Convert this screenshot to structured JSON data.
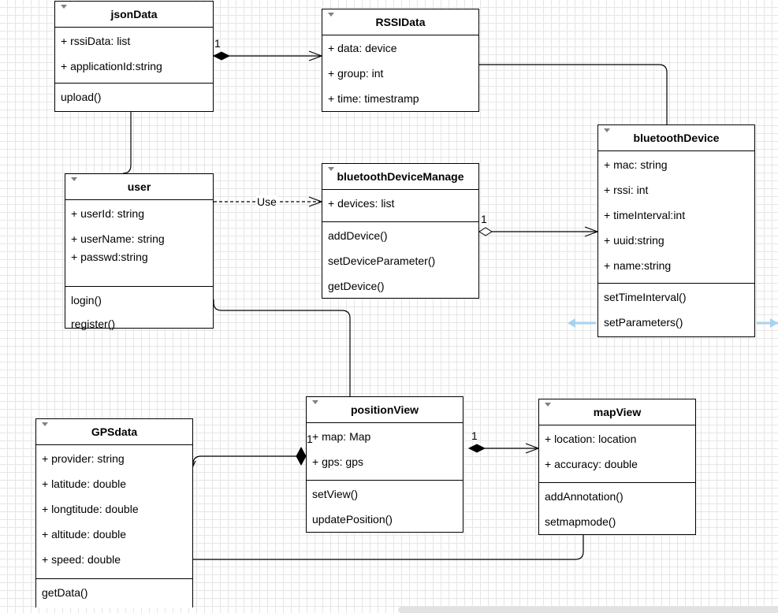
{
  "classes": {
    "jsonData": {
      "name": "jsonData",
      "attributes": [
        "+ rssiData: list",
        "+ applicationId:string"
      ],
      "methods": [
        "upload()"
      ]
    },
    "rssiData": {
      "name": "RSSIData",
      "attributes": [
        "+ data: device",
        "+ group: int",
        "+ time: timestramp"
      ],
      "methods": []
    },
    "bluetoothDevice": {
      "name": "bluetoothDevice",
      "attributes": [
        "+ mac: string",
        "+ rssi: int",
        "+ timeInterval:int",
        "+ uuid:string",
        "+ name:string"
      ],
      "methods": [
        "setTimeInterval()",
        "setParameters()"
      ]
    },
    "user": {
      "name": "user",
      "attributes": [
        "+ userId: string",
        "+ userName: string",
        "+ passwd:string"
      ],
      "methods": [
        "login()",
        "register()"
      ]
    },
    "bluetoothDeviceManage": {
      "name": "bluetoothDeviceManage",
      "attributes": [
        "+ devices: list"
      ],
      "methods": [
        "addDevice()",
        "setDeviceParameter()",
        "getDevice()"
      ]
    },
    "positionView": {
      "name": "positionView",
      "attributes": [
        "+ map: Map",
        "+ gps: gps"
      ],
      "methods": [
        "setView()",
        "updatePosition()"
      ]
    },
    "mapView": {
      "name": "mapView",
      "attributes": [
        "+ location: location",
        "+ accuracy: double"
      ],
      "methods": [
        "addAnnotation()",
        "setmapmode()"
      ]
    },
    "gpsData": {
      "name": "GPSdata",
      "attributes": [
        "+ provider: string",
        "+ latitude: double",
        "+ longtitude: double",
        "+ altitude: double",
        "+ speed: double"
      ],
      "methods": [
        "getData()"
      ]
    }
  },
  "edge_labels": {
    "json_rssi_mult": "1",
    "use": "Use",
    "manage_device_mult": "1",
    "position_gps_mult": "1",
    "position_map_mult": "1"
  },
  "colors": {
    "line": "#000000",
    "grid": "#e6e6e6",
    "selection": "#a6d2f2"
  }
}
